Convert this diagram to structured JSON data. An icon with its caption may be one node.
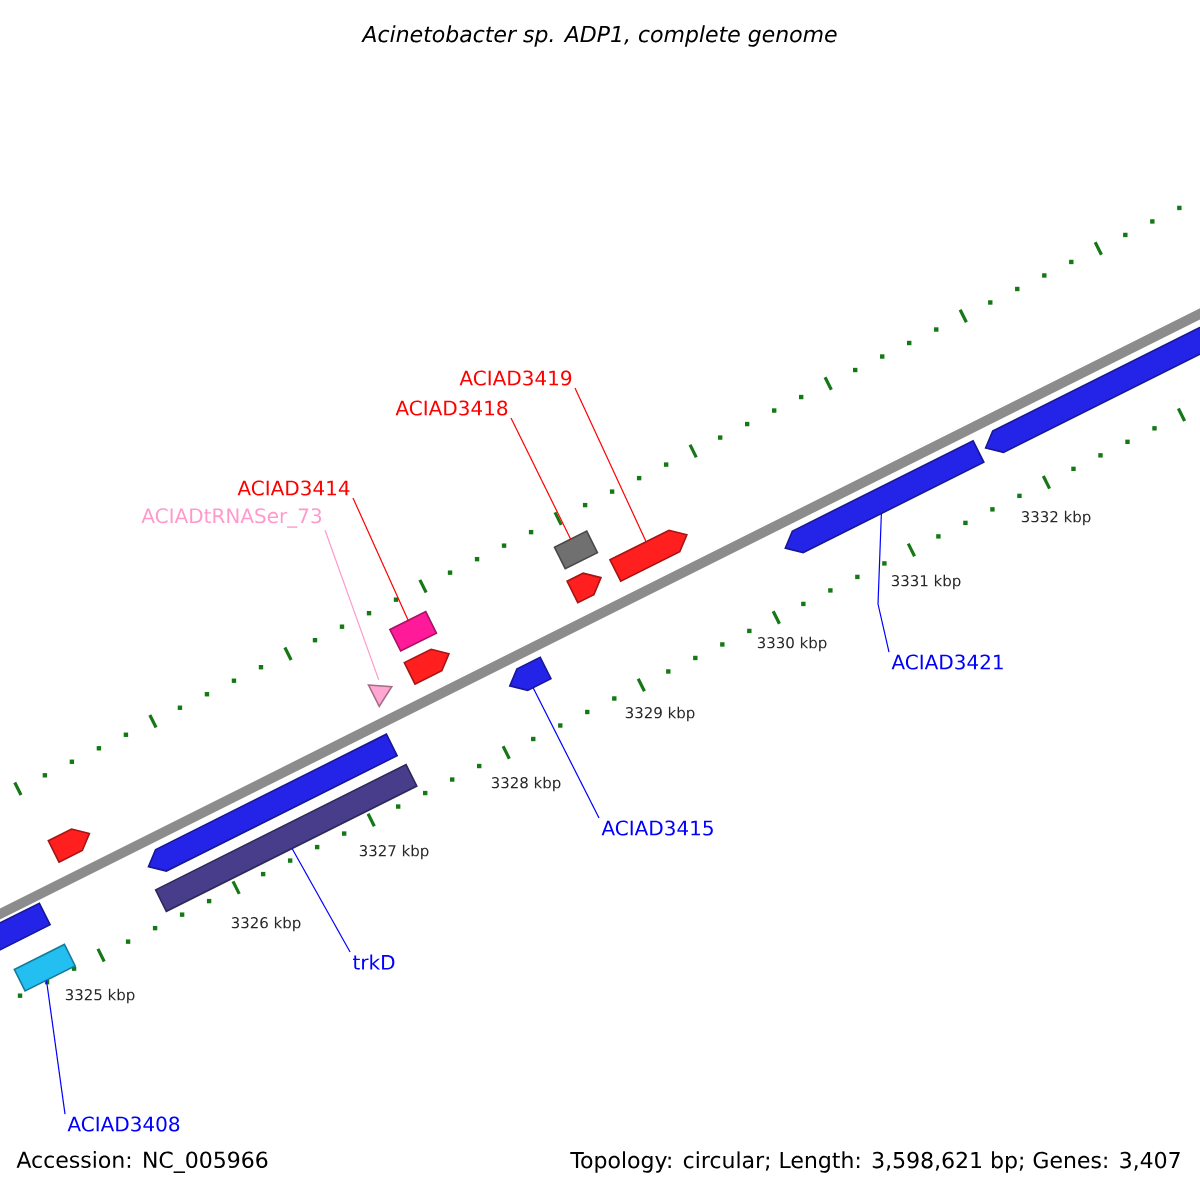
{
  "diagram": {
    "title": "Acinetobacter sp. ADP1, complete genome",
    "nodes": [
      {
        "text": [
          "ACIAD3419"
        ]
      },
      {
        "text": [
          "ACIAD3418"
        ]
      },
      {
        "text": [
          "ACIAD3414"
        ]
      },
      {
        "text": [
          "ACIADtRNASer_73"
        ]
      },
      {
        "text": [
          "ACIAD3421"
        ]
      },
      {
        "text": [
          "ACIAD3415"
        ]
      },
      {
        "text": [
          "trkD"
        ]
      },
      {
        "text": [
          "ACIAD3408"
        ]
      },
      {
        "text": [],
        "shape": "bar"
      },
      {
        "text": [],
        "shape": "bar"
      },
      {
        "text": [],
        "shape": "pentagon"
      },
      {
        "text": [],
        "shape": "pentagon"
      },
      {
        "text": [],
        "shape": "bar"
      },
      {
        "text": [],
        "shape": "triangle"
      },
      {
        "text": [],
        "shape": "box"
      },
      {
        "text": [],
        "shape": "pentagon"
      },
      {
        "text": [],
        "shape": "pentagon"
      },
      {
        "text": [],
        "shape": "box"
      },
      {
        "text": [],
        "shape": "pentagon"
      },
      {
        "text": [],
        "shape": "pentagon"
      },
      {
        "text": [],
        "shape": "pentagon"
      },
      {
        "text": [],
        "shape": "pentagon"
      }
    ],
    "edges": [
      {
        "from": 0,
        "to": 19,
        "arrow": "none",
        "color": "#ff0000"
      },
      {
        "from": 1,
        "to": 17,
        "arrow": "none",
        "color": "#ff0000"
      },
      {
        "from": 2,
        "to": 14,
        "arrow": "none",
        "color": "#ff0000"
      },
      {
        "from": 3,
        "to": 13,
        "arrow": "none",
        "color": "#ff99cc"
      },
      {
        "from": 4,
        "to": 20,
        "arrow": "none"
      },
      {
        "from": 5,
        "to": 16,
        "arrow": "none"
      },
      {
        "from": 6,
        "to": 12,
        "arrow": "none"
      },
      {
        "from": 7,
        "to": 9,
        "arrow": "none"
      }
    ],
    "labels": [
      "3325 kbp",
      "3326 kbp",
      "3327 kbp",
      "3328 kbp",
      "3329 kbp",
      "3330 kbp",
      "3331 kbp",
      "3332 kbp",
      "Accession: NC_005966",
      "Topology: circular; Length: 3,598,621 bp; Genes: 3,407"
    ]
  }
}
